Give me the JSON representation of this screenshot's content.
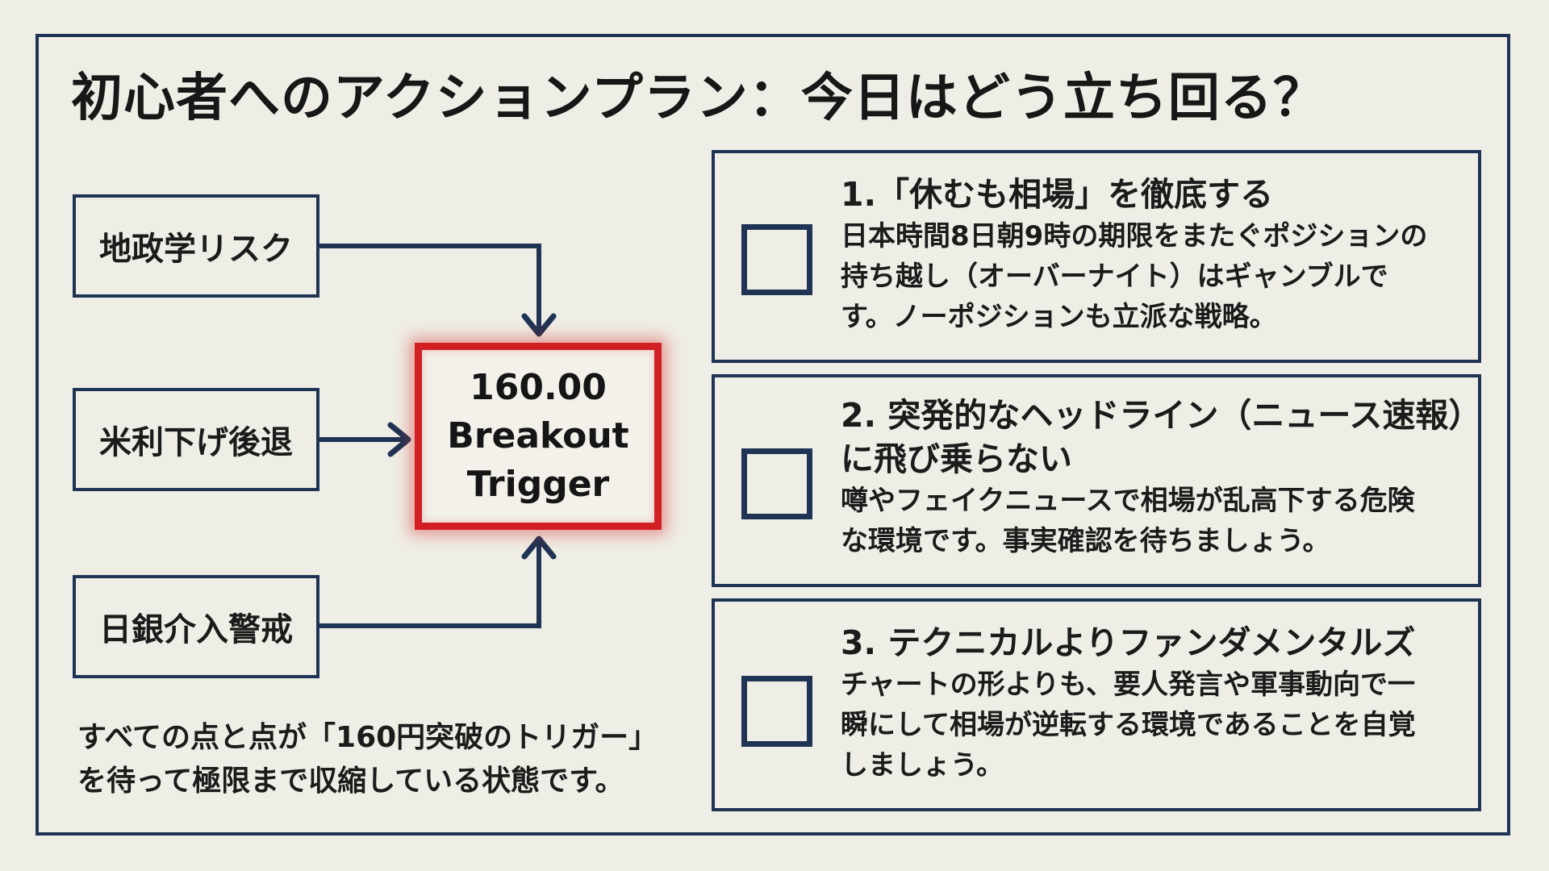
{
  "title": "初心者へのアクションプラン：今日はどう立ち回る？",
  "factors": [
    {
      "label": "地政学リスク"
    },
    {
      "label": "米利下げ後退"
    },
    {
      "label": "日銀介入警戒"
    }
  ],
  "trigger": {
    "lines": [
      "160.00",
      "Breakout",
      "Trigger"
    ]
  },
  "note": {
    "lines": [
      "すべての点と点が「160円突破のトリガー」",
      "を待って極限まで収縮している状態です。"
    ]
  },
  "actions": [
    {
      "heading_lines": [
        "1.「休むも相場」を徹底する"
      ],
      "body_lines": [
        "日本時間8日朝9時の期限をまたぐポジションの",
        "持ち越し（オーバーナイト）はギャンブルで",
        "す。ノーポジションも立派な戦略。"
      ]
    },
    {
      "heading_lines": [
        "2. 突発的なヘッドライン（ニュース速報）",
        "に飛び乗らない"
      ],
      "body_lines": [
        "噂やフェイクニュースで相場が乱高下する危険",
        "な環境です。事実確認を待ちましょう。"
      ]
    },
    {
      "heading_lines": [
        "3. テクニカルよりファンダメンタルズ"
      ],
      "body_lines": [
        "チャートの形よりも、要人発言や軍事動向で一",
        "瞬にして相場が逆転する環境であることを自覚",
        "しましょう。"
      ]
    }
  ],
  "colors": {
    "background": "#efeee6",
    "navy": "#1f3354",
    "trigger_red": "#d21f23"
  }
}
